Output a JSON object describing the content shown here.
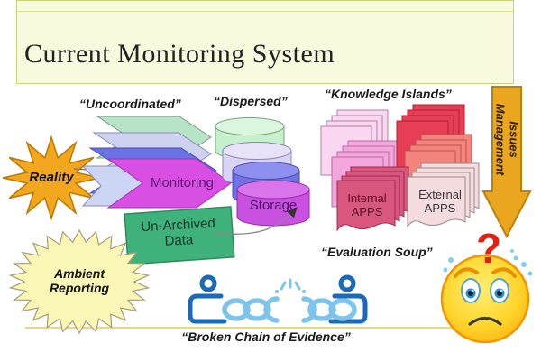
{
  "slide": {
    "title": "Current Monitoring System"
  },
  "labels": {
    "uncoordinated": "“Uncoordinated”",
    "dispersed": "“Dispersed”",
    "knowledge_islands": "“Knowledge Islands”",
    "evaluation_soup": "“Evaluation Soup”",
    "broken_chain": "“Broken Chain of Evidence”",
    "reality": "Reality",
    "ambient": {
      "line1": "Ambient",
      "line2": "Reporting"
    },
    "monitoring": "Monitoring",
    "storage": "Storage",
    "unarchived": {
      "line1": "Un-Archived",
      "line2": "Data"
    },
    "internal_apps": {
      "line1": "Internal",
      "line2": "APPS"
    },
    "external_apps": {
      "line1": "External",
      "line2": "APPS"
    },
    "issues_management": {
      "line1": "Issues",
      "line2": "Management"
    },
    "question_mark": "?"
  },
  "colors": {
    "header_bg": "#f8fade",
    "header_border": "#ccd27a",
    "reality_gold": "#f3a71f",
    "issues_gold": "#eaa61e",
    "ambient_pale_yellow": "#f9f6b6",
    "monitoring_magenta": "#d94fe4",
    "storage_magenta": "#c851e0",
    "unarchived_green": "#3fb27b",
    "chain_dark_blue": "#1a6ab8",
    "chain_light_blue": "#7ec3ea",
    "emoji_yellow": "#ffd42a",
    "question_red": "#e41e10",
    "doc_pale_pink": "#fad7f0",
    "doc_pink": "#f2a6dc",
    "doc_red": "#e63e55",
    "doc_salmon": "#f2837d",
    "internal_rose": "#d8577c",
    "external_cream": "#f4dbdd"
  }
}
